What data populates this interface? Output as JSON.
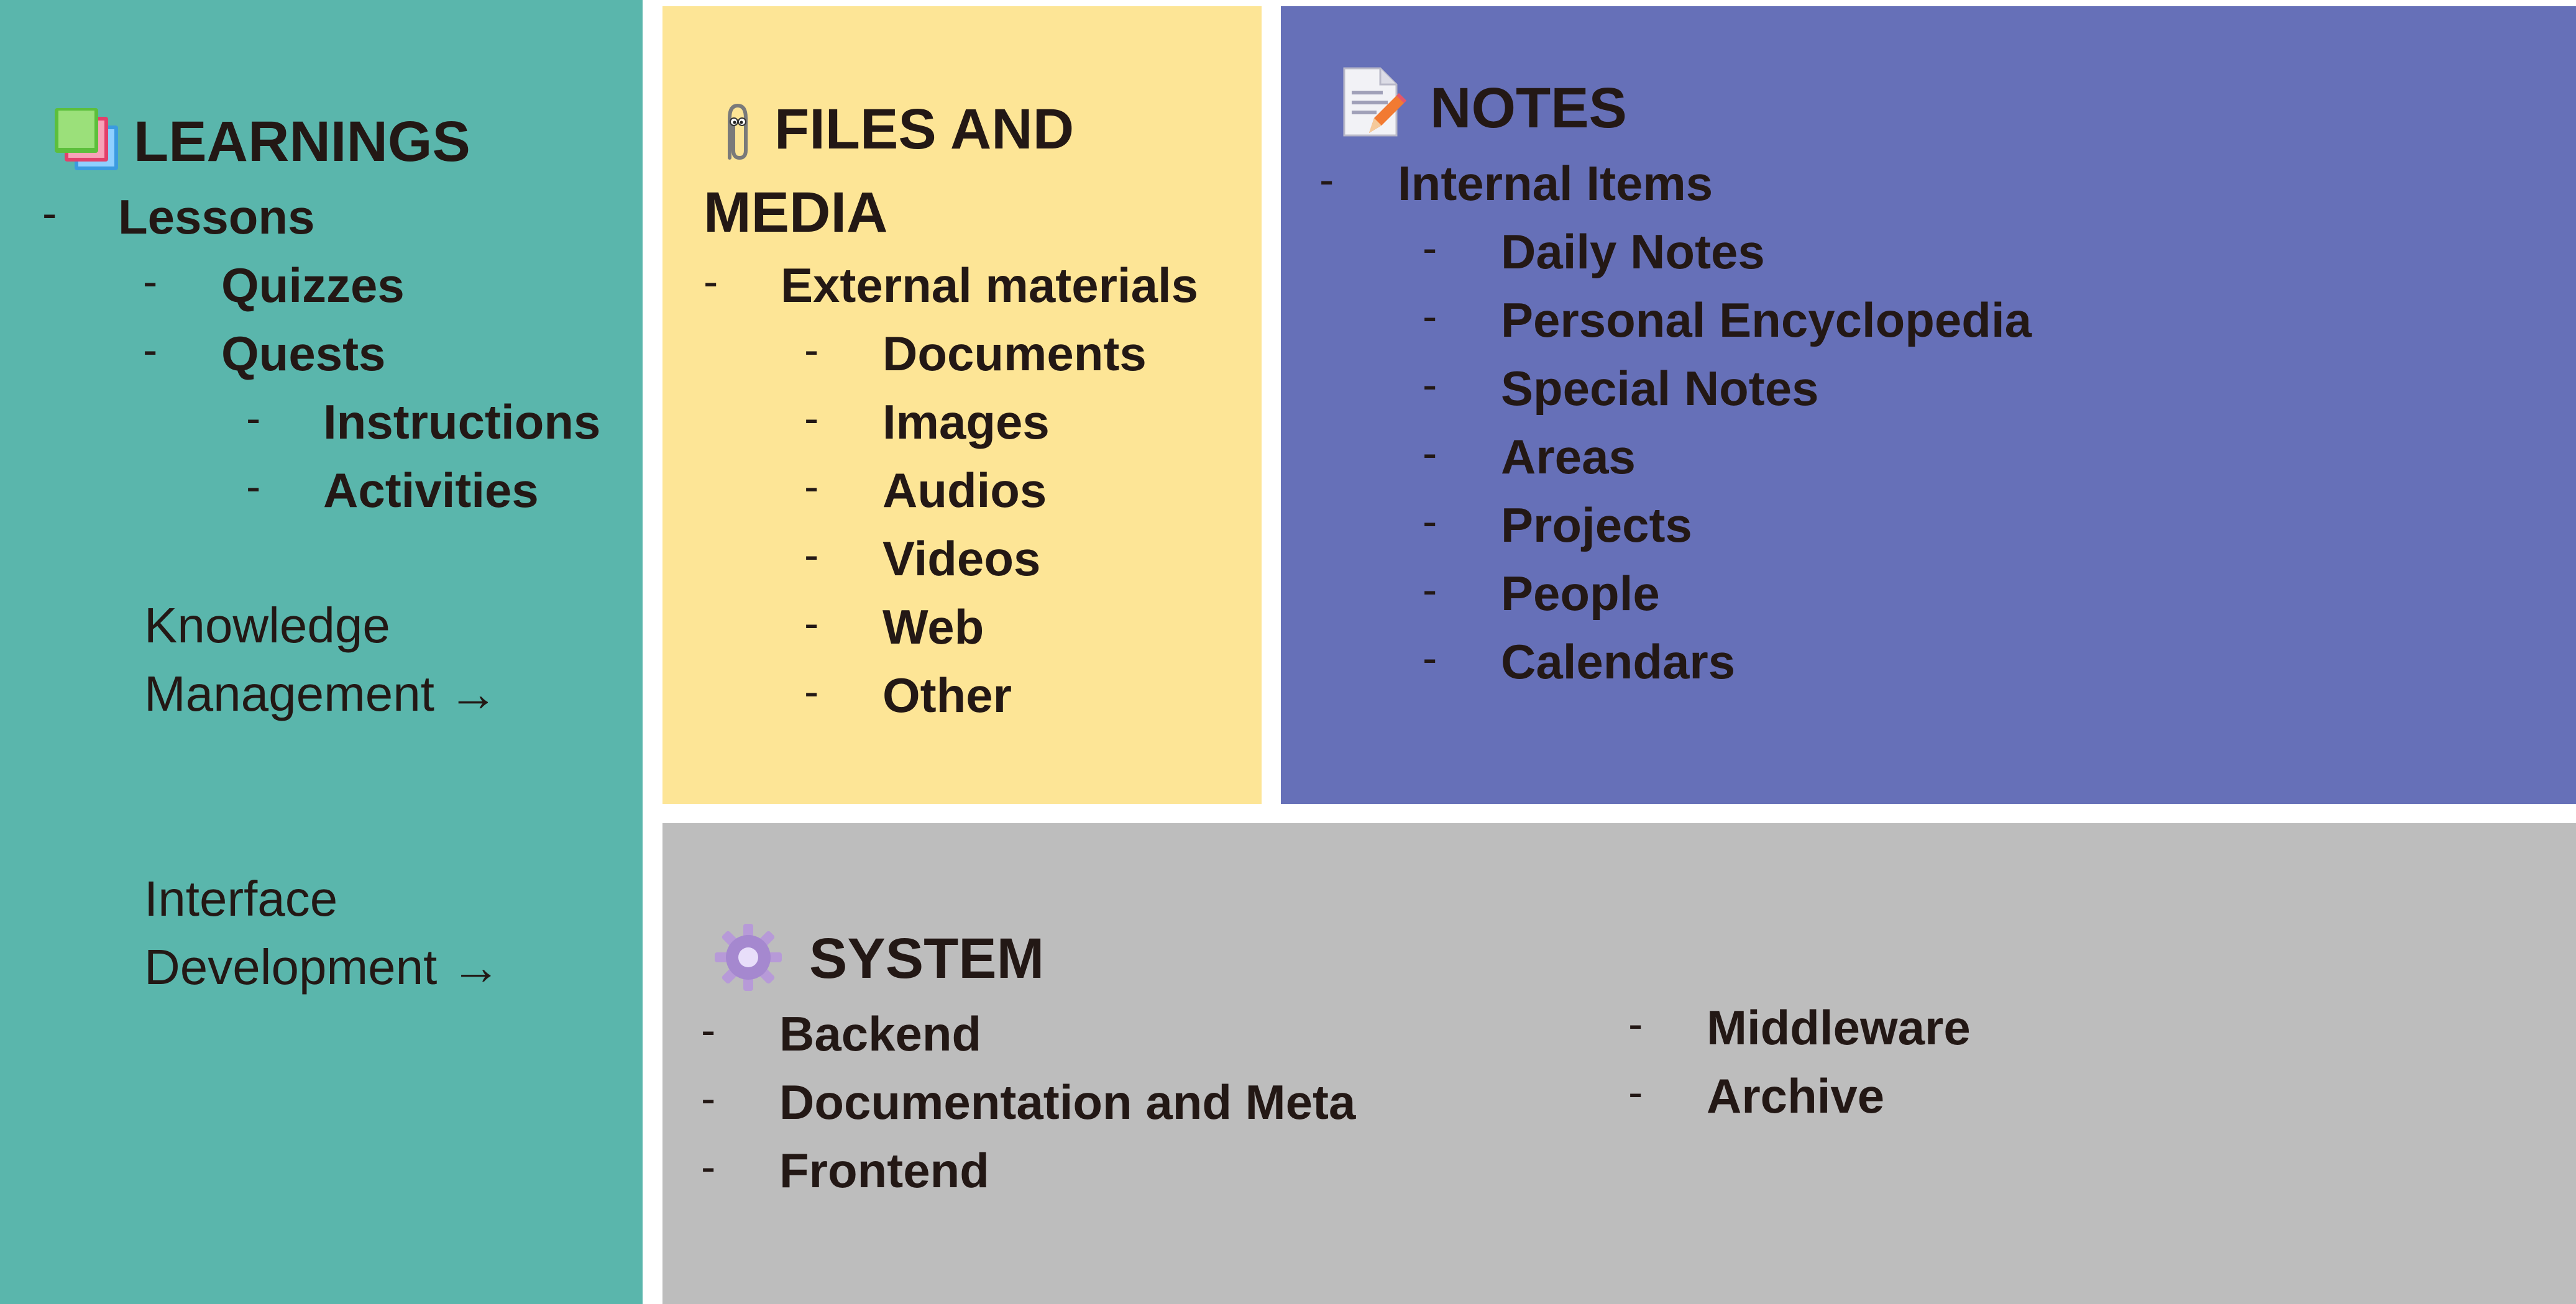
{
  "learnings": {
    "title": "LEARNINGS",
    "items": [
      {
        "label": "Lessons"
      },
      {
        "label": "Quizzes"
      },
      {
        "label": "Quests"
      },
      {
        "label": "Instructions"
      },
      {
        "label": "Activities"
      }
    ],
    "links": [
      {
        "line1": "Knowledge",
        "line2": "Management",
        "arrow": "→"
      },
      {
        "line1": "Interface",
        "line2": "Development",
        "arrow": "→"
      }
    ],
    "icon": "books-icon",
    "color": "#5ab6ac"
  },
  "files": {
    "title_line1": "FILES AND",
    "title_line2": "MEDIA",
    "items": [
      {
        "label": "External materials"
      },
      {
        "label": "Documents"
      },
      {
        "label": "Images"
      },
      {
        "label": "Audios"
      },
      {
        "label": "Videos"
      },
      {
        "label": "Web"
      },
      {
        "label": "Other"
      }
    ],
    "icon": "paperclip-icon",
    "color": "#fde596"
  },
  "notes": {
    "title": "NOTES",
    "items": [
      {
        "label": "Internal Items"
      },
      {
        "label": "Daily Notes"
      },
      {
        "label": "Personal Encyclopedia"
      },
      {
        "label": "Special Notes"
      },
      {
        "label": "Areas"
      },
      {
        "label": "Projects"
      },
      {
        "label": "People"
      },
      {
        "label": "Calendars"
      }
    ],
    "icon": "memo-icon",
    "color": "#6670b8"
  },
  "system": {
    "title": "SYSTEM",
    "items": [
      {
        "label": "Backend"
      },
      {
        "label": "Documentation and Meta"
      },
      {
        "label": "Frontend"
      },
      {
        "label": "Middleware"
      },
      {
        "label": "Archive"
      }
    ],
    "icon": "gear-icon",
    "color": "#bdbdbd"
  },
  "dash": "-"
}
